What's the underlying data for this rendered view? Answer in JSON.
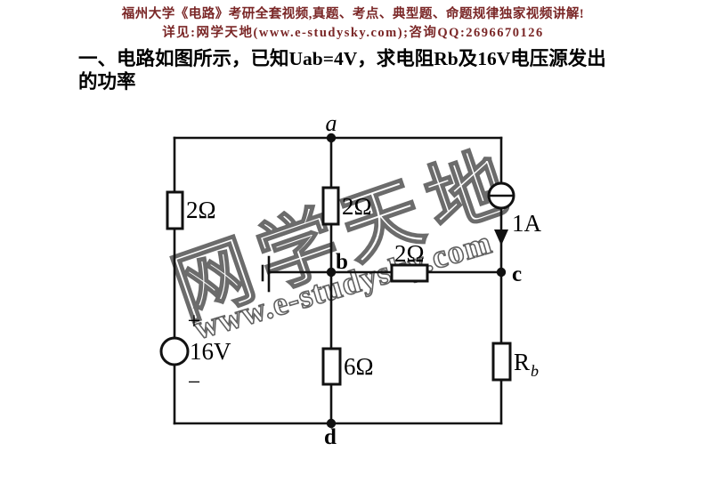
{
  "colors": {
    "ink": "#111111",
    "header_text": "#7a2626"
  },
  "header": {
    "line1": "福州大学《电路》考研全套视频,真题、考点、典型题、命题规律独家视频讲解!",
    "line2": "详见:网学天地(www.e-studysky.com);咨询QQ:2696670126"
  },
  "problem": {
    "line1": "一、电路如图所示，已知Uab=4V，求电阻Rb及16V电压源发出",
    "line2": "的功率"
  },
  "watermark": {
    "cjk_text": "网学天地",
    "url_text": "www.e-studysky.com"
  },
  "circuit": {
    "nodes": {
      "a": "a",
      "b": "b",
      "c": "c",
      "d": "d"
    },
    "resistors": {
      "left_value": "2Ω",
      "middle_value": "2Ω",
      "bc_value": "2Ω",
      "lower_value": "6Ω",
      "right_name": "R",
      "right_subscript": "b"
    },
    "current_source": {
      "value": "1A"
    },
    "voltage_source": {
      "value": "16V",
      "plus": "+",
      "minus": "−"
    }
  }
}
